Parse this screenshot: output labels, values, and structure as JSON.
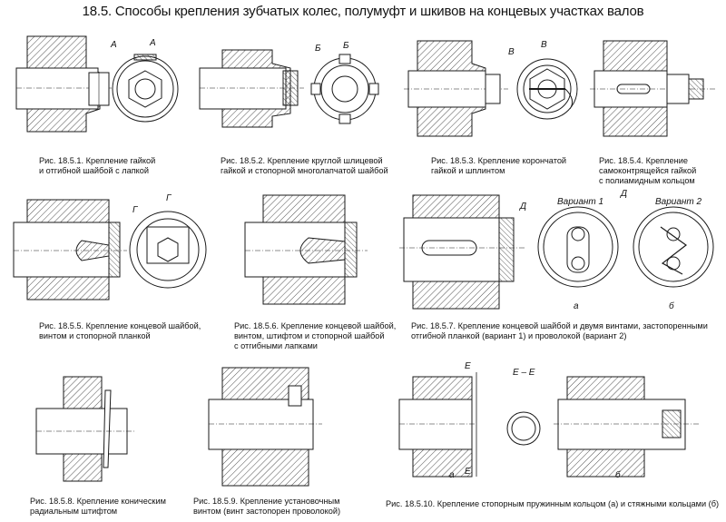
{
  "title": "18.5. Способы крепления зубчатых колес, полумуфт и шкивов на концевых участках валов",
  "figures": [
    {
      "id": "fig-18-5-1",
      "lines": [
        "Рис. 18.5.1. Крепление гайкой",
        "и отгибной шайбой с лапкой"
      ],
      "view_labels": [
        "А",
        "А"
      ]
    },
    {
      "id": "fig-18-5-2",
      "lines": [
        "Рис. 18.5.2. Крепление круглой шлицевой",
        "гайкой и стопорной многолапчатой шайбой"
      ],
      "view_labels": [
        "Б",
        "Б"
      ]
    },
    {
      "id": "fig-18-5-3",
      "lines": [
        "Рис. 18.5.3. Крепление корончатой",
        "гайкой и шплинтом"
      ],
      "view_labels": [
        "В",
        "В"
      ]
    },
    {
      "id": "fig-18-5-4",
      "lines": [
        "Рис. 18.5.4. Крепление",
        "самоконтрящейся гайкой",
        "с полиамидным кольцом"
      ],
      "view_labels": []
    },
    {
      "id": "fig-18-5-5",
      "lines": [
        "Рис. 18.5.5. Крепление концевой шайбой,",
        "винтом и стопорной планкой"
      ],
      "view_labels": [
        "Г",
        "Г"
      ]
    },
    {
      "id": "fig-18-5-6",
      "lines": [
        "Рис. 18.5.6. Крепление концевой шайбой,",
        "винтом, штифтом и стопорной шайбой",
        "с отгибными лапками"
      ],
      "view_labels": []
    },
    {
      "id": "fig-18-5-7",
      "lines": [
        "Рис. 18.5.7. Крепление концевой шайбой и двумя винтами, застопоренными",
        "отгибной планкой (вариант 1) и проволокой (вариант 2)"
      ],
      "view_labels": [
        "Д",
        "Д",
        "Вариант 1",
        "Вариант 2",
        "а",
        "б"
      ]
    },
    {
      "id": "fig-18-5-8",
      "lines": [
        "Рис. 18.5.8. Крепление коническим",
        "радиальным штифтом"
      ],
      "view_labels": []
    },
    {
      "id": "fig-18-5-9",
      "lines": [
        "Рис. 18.5.9. Крепление установочным",
        "винтом (винт застопорен проволокой)"
      ],
      "view_labels": []
    },
    {
      "id": "fig-18-5-10",
      "lines": [
        "Рис. 18.5.10. Крепление стопорным пружинным кольцом (а) и стяжными кольцами (б)"
      ],
      "view_labels": [
        "Е",
        "Е",
        "Е – Е",
        "а",
        "б"
      ]
    }
  ],
  "colors": {
    "ink": "#1a1a1a",
    "paper": "#ffffff"
  }
}
